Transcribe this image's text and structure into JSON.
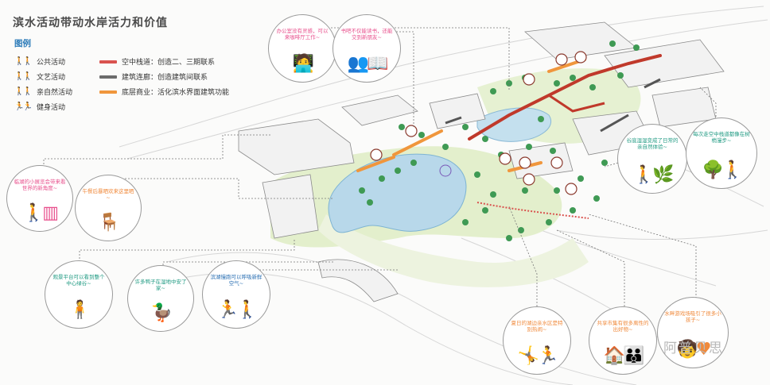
{
  "title": "滨水活动带动水岸活力和价值",
  "legend": {
    "heading": "图例",
    "activities": [
      {
        "label": "公共活动",
        "color": "#f08a3c"
      },
      {
        "label": "文艺活动",
        "color": "#e84f8c"
      },
      {
        "label": "亲自然活动",
        "color": "#1f9a82"
      },
      {
        "label": "健身活动",
        "color": "#2a6fb3"
      }
    ],
    "routes": [
      {
        "label": "空中栈道：创造二、三期联系",
        "color": "#d9534f"
      },
      {
        "label": "建筑连廊：创造建筑间联系",
        "color": "#6b6b6b"
      },
      {
        "label": "底层商业：活化滨水界面建筑功能",
        "color": "#f0963c"
      }
    ]
  },
  "bubbles": [
    {
      "id": "office",
      "text": "办公室没有灵感，可以来咖啡厅工作~",
      "color": "#e84f8c",
      "icon": "desk-worker-icon",
      "glyph": "🧑‍💻"
    },
    {
      "id": "books",
      "text": "书吧不仅能读书，还能交到新朋友~",
      "color": "#e84f8c",
      "icon": "reading-group-icon",
      "glyph": "👥📖"
    },
    {
      "id": "gallery",
      "text": "临湖的小展览会带来看世界的新角度~",
      "color": "#e84f8c",
      "icon": "gallery-visitor-icon",
      "glyph": "🚶▥"
    },
    {
      "id": "afterwork",
      "text": "午餐后暴晒欢来这里晒~",
      "color": "#f08a3c",
      "icon": "relaxing-person-icon",
      "glyph": "🪑"
    },
    {
      "id": "viewing",
      "text": "观景平台可以看到整个中心绿谷~",
      "color": "#1f9a82",
      "icon": "viewer-icon",
      "glyph": "🧍"
    },
    {
      "id": "ducks",
      "text": "许多鸭子在湿地中安了家~",
      "color": "#1f9a82",
      "icon": "duck-icon",
      "glyph": "🦆"
    },
    {
      "id": "jogging",
      "text": "滨湖慢跑可以呼吸新鲜空气~",
      "color": "#2a6fb3",
      "icon": "jogger-icon",
      "glyph": "🏃🚶"
    },
    {
      "id": "summer",
      "text": "夏日的湖边亲水区是特别热闹~",
      "color": "#f08a3c",
      "icon": "summer-crowd-icon",
      "glyph": "🤸🏃"
    },
    {
      "id": "market",
      "text": "共享市集有很多离性的出好物~",
      "color": "#f08a3c",
      "icon": "market-stall-icon",
      "glyph": "🏠👪"
    },
    {
      "id": "playground",
      "text": "水畔游戏场吸引了很多小孩子~",
      "color": "#f08a3c",
      "icon": "children-icon",
      "glyph": "🧒♥"
    },
    {
      "id": "nature",
      "text": "谷底湿湿变成了日常的亲自然体验~",
      "color": "#1f9a82",
      "icon": "wetland-walker-icon",
      "glyph": "🚶🌿"
    },
    {
      "id": "skywalk",
      "text": "每次走空中栈道都像在树梢漫步~",
      "color": "#1f9a82",
      "icon": "canopy-walker-icon",
      "glyph": "🌳🚶"
    }
  ],
  "watermark": "阿普贝思"
}
